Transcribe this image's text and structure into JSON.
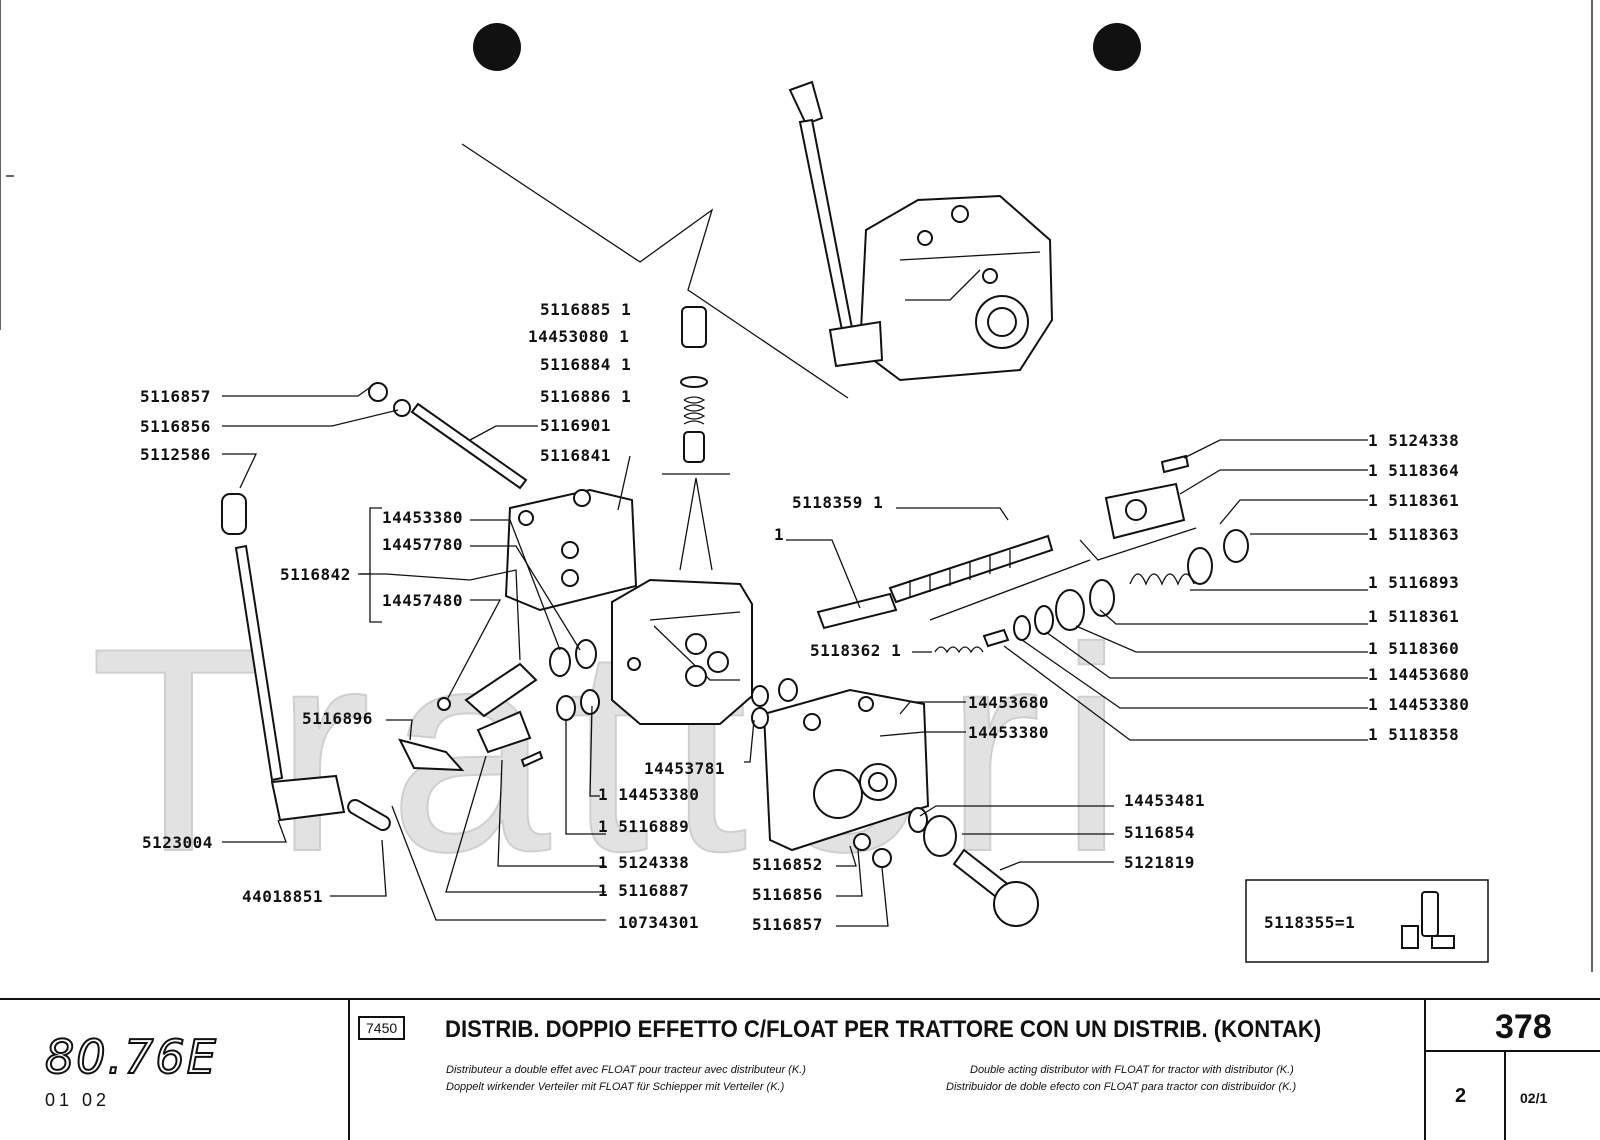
{
  "watermark": "Trattori",
  "parts": [
    "5116885 1",
    "14453080 1",
    "5116884 1",
    "5116886 1",
    "5116901",
    "5116841",
    "5116857",
    "5116856",
    "5112586",
    "14453380",
    "14457780",
    "5116842",
    "14457480",
    "5118359 1",
    "1",
    "1 5124338",
    "1 5118364",
    "1 5118361",
    "1 5118363",
    "1 5116893",
    "1 5118361",
    "5118362 1",
    "1 5118360",
    "1 14453680",
    "1 14453380",
    "1 5118358",
    "14453680",
    "14453380",
    "5116896",
    "14453781",
    "1 14453380",
    "1 5116889",
    "1 5124338",
    "1 5116887",
    "10734301",
    "5123004",
    "44018851",
    "5116852",
    "5116856",
    "5116857",
    "14453481",
    "5116854",
    "5121819"
  ],
  "kit_label": "5118355=1",
  "footer": {
    "model": "80.76E",
    "variant": "01 02",
    "group_code": "7450",
    "title": "DISTRIB. DOPPIO EFFETTO C/FLOAT PER TRATTORE CON UN DISTRIB. (KONTAK)",
    "sub_fr": "Distributeur a double effet avec FLOAT pour tracteur avec distributeur (K.)",
    "sub_de": "Doppelt wirkender Verteiler mit FLOAT für Schiepper mit Verteiler (K.)",
    "sub_en": "Double acting distributor with FLOAT for tractor with distributor (K.)",
    "sub_es": "Distribuidor de doble efecto con FLOAT para tractor con distribuidor (K.)",
    "page": "378",
    "sheet": "2",
    "edition": "02/1"
  }
}
